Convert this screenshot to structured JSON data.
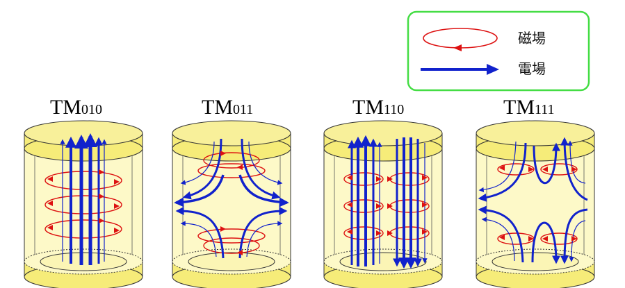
{
  "legend": {
    "magnetic_label": "磁場",
    "electric_label": "電場"
  },
  "modes": [
    {
      "id": "tm010",
      "main": "TM",
      "sub": "010"
    },
    {
      "id": "tm011",
      "main": "TM",
      "sub": "011"
    },
    {
      "id": "tm110",
      "main": "TM",
      "sub": "110"
    },
    {
      "id": "tm111",
      "main": "TM",
      "sub": "111"
    }
  ],
  "colors": {
    "electric": "#1122cc",
    "magnetic": "#dd1111",
    "cylinder_fill": "#fdf9c8",
    "cap_fill": "#f6ec79",
    "legend_border": "#44dd44"
  }
}
